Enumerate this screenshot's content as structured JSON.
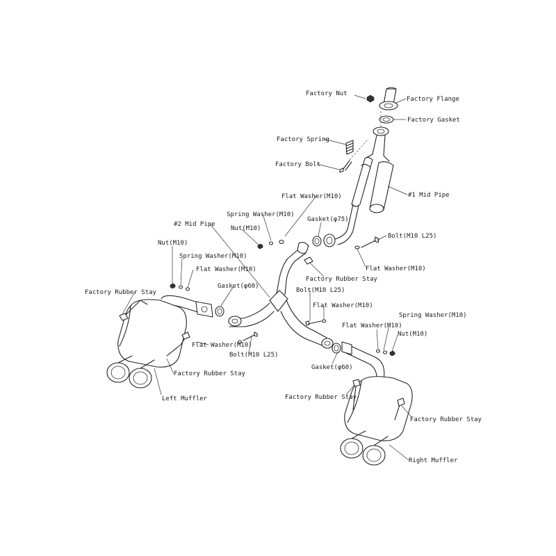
{
  "diagram": {
    "labels": {
      "factory_nut": "Factory Nut",
      "factory_flange": "Factory Flange",
      "factory_gasket": "Factory Gasket",
      "factory_spring": "Factory Spring",
      "factory_bolt": "Factory Bolt",
      "mid_pipe_1": "#1 Mid Pipe",
      "flat_washer_top": "Flat Washer(M10)",
      "spring_washer_top": "Spring Washer(M10)",
      "nut_top": "Nut(M10)",
      "gasket_75": "Gasket(φ75)",
      "bolt_top_right": "Bolt(M10 L25)",
      "flat_washer_top_right": "Flat Washer(M10)",
      "mid_pipe_2": "#2 Mid Pipe",
      "nut_left": "Nut(M10)",
      "spring_washer_left": "Spring Washer(M10)",
      "flat_washer_left": "Flat Washer(M10)",
      "factory_rubber_stay_left_top": "Factory Rubber Stay",
      "gasket_60_left": "Gasket(φ60)",
      "factory_rubber_stay_center": "Factory Rubber Stay",
      "bolt_center": "Bolt(M10 L25)",
      "flat_washer_center": "Flat Washer(M10)",
      "spring_washer_right": "Spring Washer(M10)",
      "flat_washer_right": "Flat Washer(M10)",
      "nut_right": "Nut(M10)",
      "flat_washer_left_bottom": "Flat Washer(M10)",
      "bolt_left_bottom": "Bolt(M10 L25)",
      "gasket_60_right": "Gasket(φ60)",
      "factory_rubber_stay_left_bottom": "Factory Rubber Stay",
      "left_muffler": "Left Muffler",
      "factory_rubber_stay_right_left": "Factory Rubber Stay",
      "factory_rubber_stay_right_right": "Factory Rubber Stay",
      "right_muffler": "Right Muffler"
    }
  }
}
